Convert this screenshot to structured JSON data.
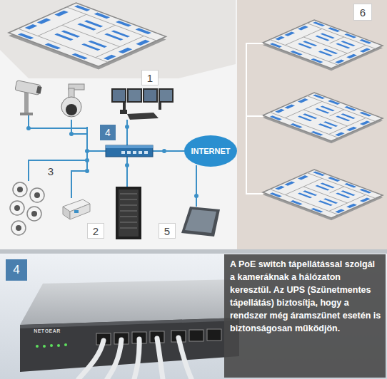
{
  "diagram": {
    "nodes": [
      {
        "text": [
          "4"
        ]
      },
      {
        "text": [
          "INTERNET"
        ]
      },
      {
        "text": [
          "4"
        ]
      },
      {
        "text": [
          "A PoE switch tápellátással szolgál a kameráknak a hálózaton keresztül. Az UPS (Szünetmentes tápellátás) biztosítja, hogy a rendszer még áramszünet esetén is biztonságosan működjön."
        ]
      }
    ],
    "labels": [
      "6",
      "1",
      "3",
      "2",
      "5",
      "NETGEAR"
    ]
  }
}
